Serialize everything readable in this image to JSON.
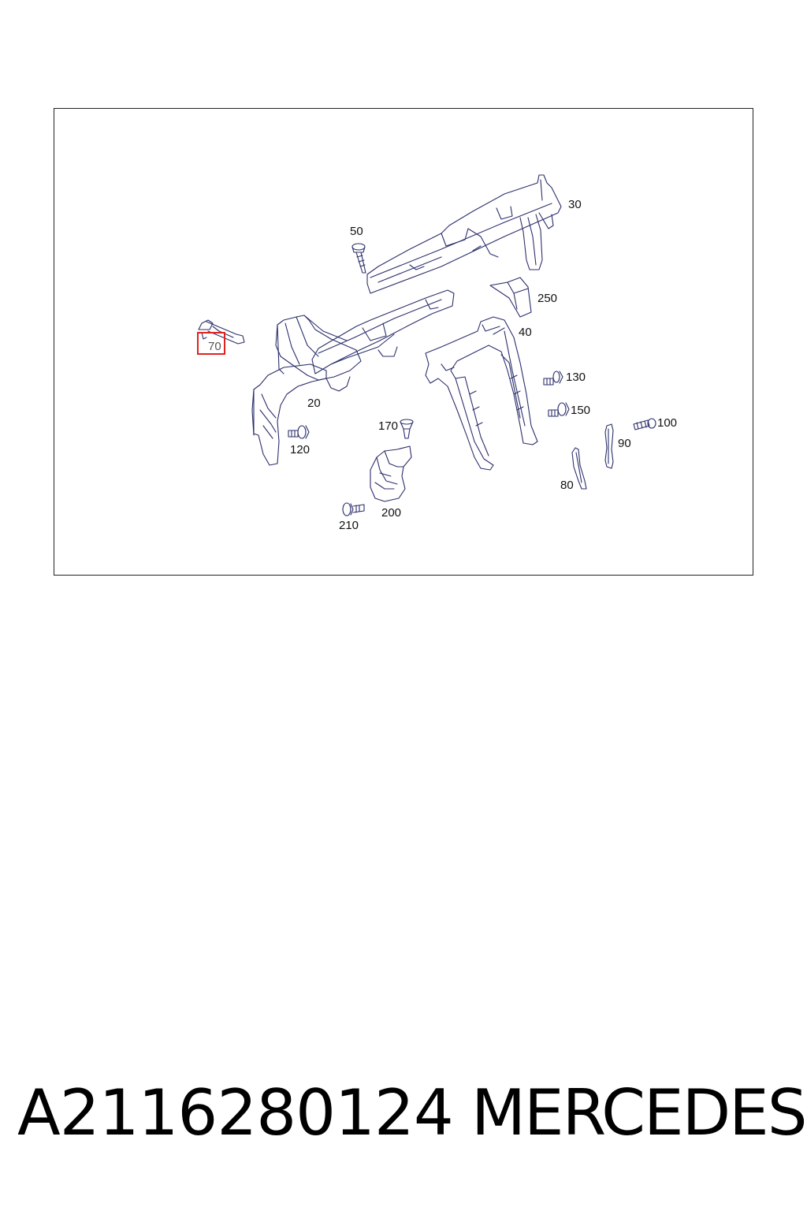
{
  "diagram": {
    "callouts": [
      {
        "id": "c30",
        "label": "30"
      },
      {
        "id": "c50",
        "label": "50"
      },
      {
        "id": "c250",
        "label": "250"
      },
      {
        "id": "c40",
        "label": "40"
      },
      {
        "id": "c70",
        "label": "70",
        "highlighted": true
      },
      {
        "id": "c20",
        "label": "20"
      },
      {
        "id": "c130",
        "label": "130"
      },
      {
        "id": "c150",
        "label": "150"
      },
      {
        "id": "c100",
        "label": "100"
      },
      {
        "id": "c170",
        "label": "170"
      },
      {
        "id": "c120",
        "label": "120"
      },
      {
        "id": "c90",
        "label": "90"
      },
      {
        "id": "c80",
        "label": "80"
      },
      {
        "id": "c200",
        "label": "200"
      },
      {
        "id": "c210",
        "label": "210"
      }
    ],
    "highlight_color": "#e0221f",
    "line_color": "#2b2f6b"
  },
  "footer": {
    "part_number": "A2116280124",
    "brand": "MERCEDES"
  }
}
